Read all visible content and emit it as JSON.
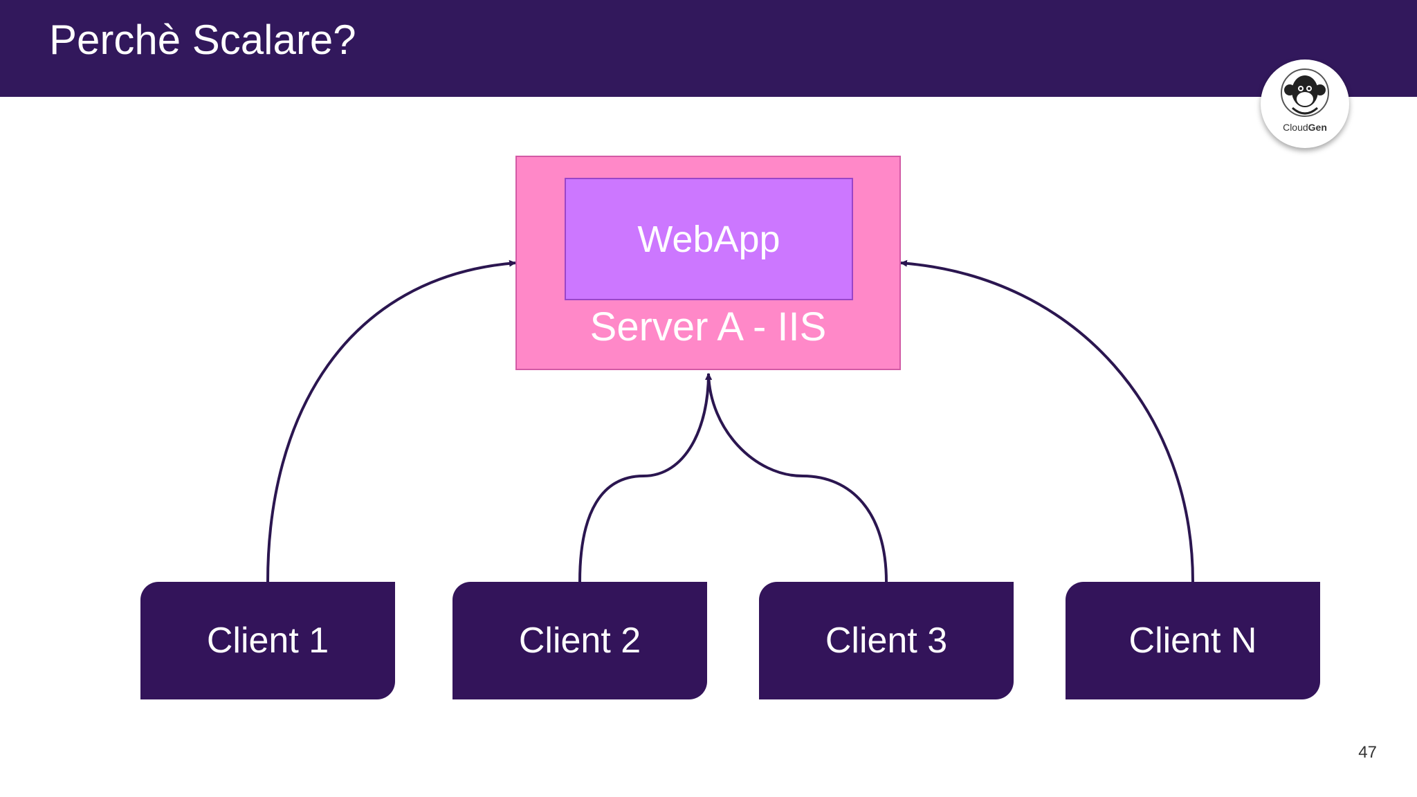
{
  "slide": {
    "title": "Perchè Scalare?",
    "page_number": "47"
  },
  "logo": {
    "text_light": "Cloud",
    "text_bold": "Gen"
  },
  "diagram": {
    "server": {
      "label": "Server A - IIS",
      "app_label": "WebApp"
    },
    "clients": [
      "Client 1",
      "Client 2",
      "Client 3",
      "Client N"
    ]
  },
  "colors": {
    "header": "#32185c",
    "server": "#ff88c8",
    "webapp": "#cc77ff",
    "client": "#33145a",
    "connector": "#2b1650"
  }
}
